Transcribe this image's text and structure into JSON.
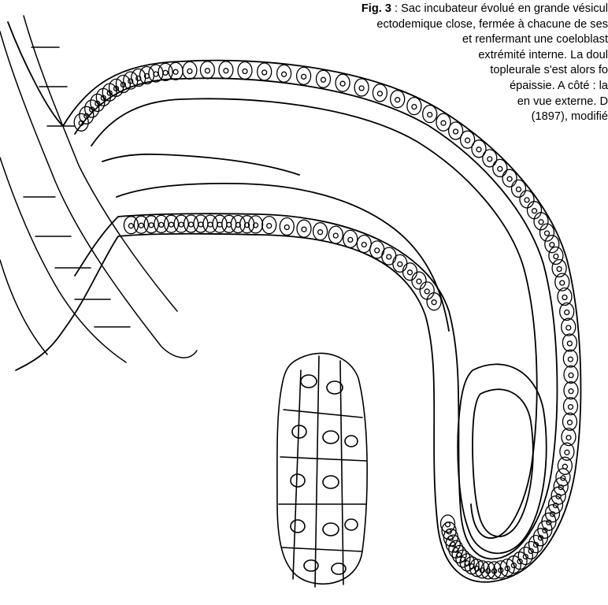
{
  "caption": {
    "label": "Fig. 3",
    "lines": [
      " : Sac incubateur évolué en grande vésicul",
      "ectodemique close, fermée à chacune de ses",
      "et renfermant une coeloblast",
      "extrémité interne. La doul",
      "topleurale s'est alors fo",
      "épaissie. A côté  : la",
      "en vue externe. D",
      "(1897), modifié"
    ]
  }
}
